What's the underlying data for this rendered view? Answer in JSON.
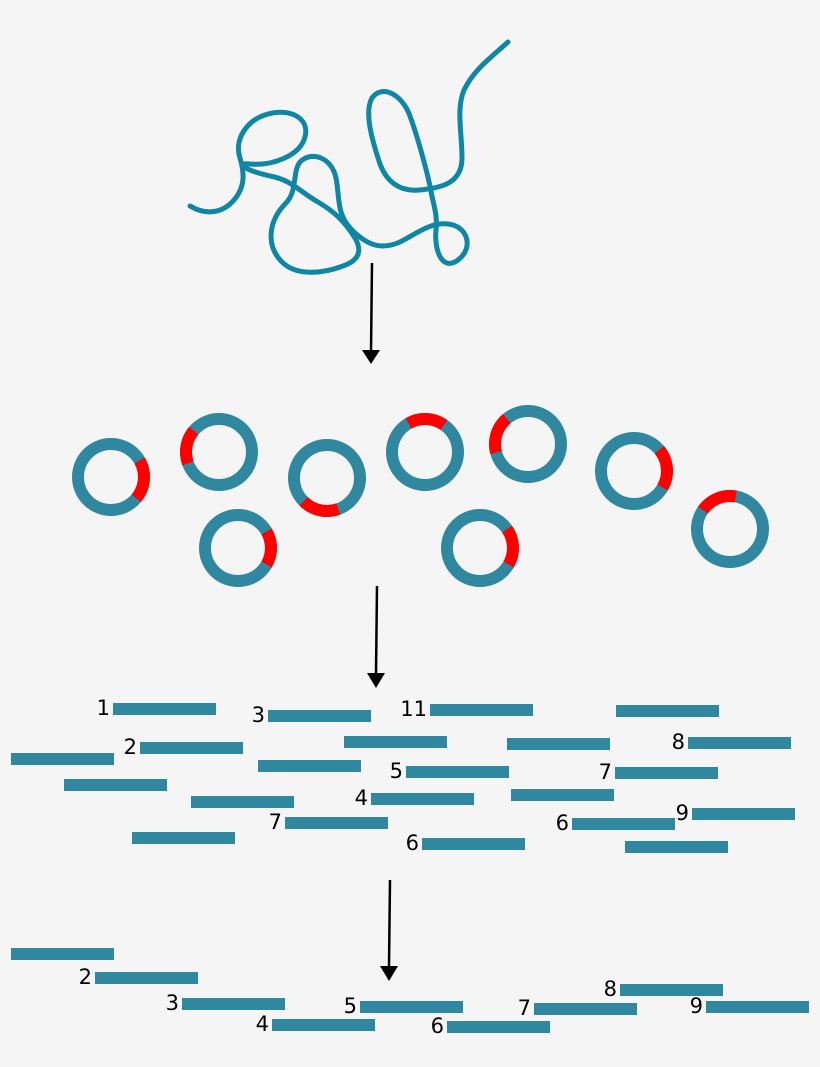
{
  "colors": {
    "background": "#f5f5f6",
    "dna_strand": "#0e86a4",
    "vector": "#2f87a0",
    "insert": "#ff0000",
    "fragment": "#2f87a0",
    "arrow": "#000000"
  },
  "icons": {
    "genomic_dna": "tangled-dna-strand",
    "vector": "plasmid-ring-with-insert",
    "fragment": "dna-fragment-bar",
    "step": "down-arrow"
  },
  "stage1": {
    "label": ""
  },
  "stage2": {
    "label": "",
    "plasmid_count": 9
  },
  "stage3": {
    "fragments": [
      {
        "label": "1"
      },
      {
        "label": "3"
      },
      {
        "label": "11"
      },
      {
        "label": ""
      },
      {
        "label": ""
      },
      {
        "label": "2"
      },
      {
        "label": ""
      },
      {
        "label": ""
      },
      {
        "label": "8"
      },
      {
        "label": ""
      },
      {
        "label": "5"
      },
      {
        "label": "7"
      },
      {
        "label": ""
      },
      {
        "label": ""
      },
      {
        "label": "4"
      },
      {
        "label": ""
      },
      {
        "label": "7"
      },
      {
        "label": "6"
      },
      {
        "label": "9"
      },
      {
        "label": ""
      },
      {
        "label": "6"
      },
      {
        "label": ""
      }
    ]
  },
  "stage4": {
    "contig": [
      {
        "label": ""
      },
      {
        "label": "2"
      },
      {
        "label": "3"
      },
      {
        "label": "4"
      },
      {
        "label": "5"
      },
      {
        "label": "6"
      },
      {
        "label": "7"
      },
      {
        "label": "8"
      },
      {
        "label": "9"
      }
    ]
  }
}
